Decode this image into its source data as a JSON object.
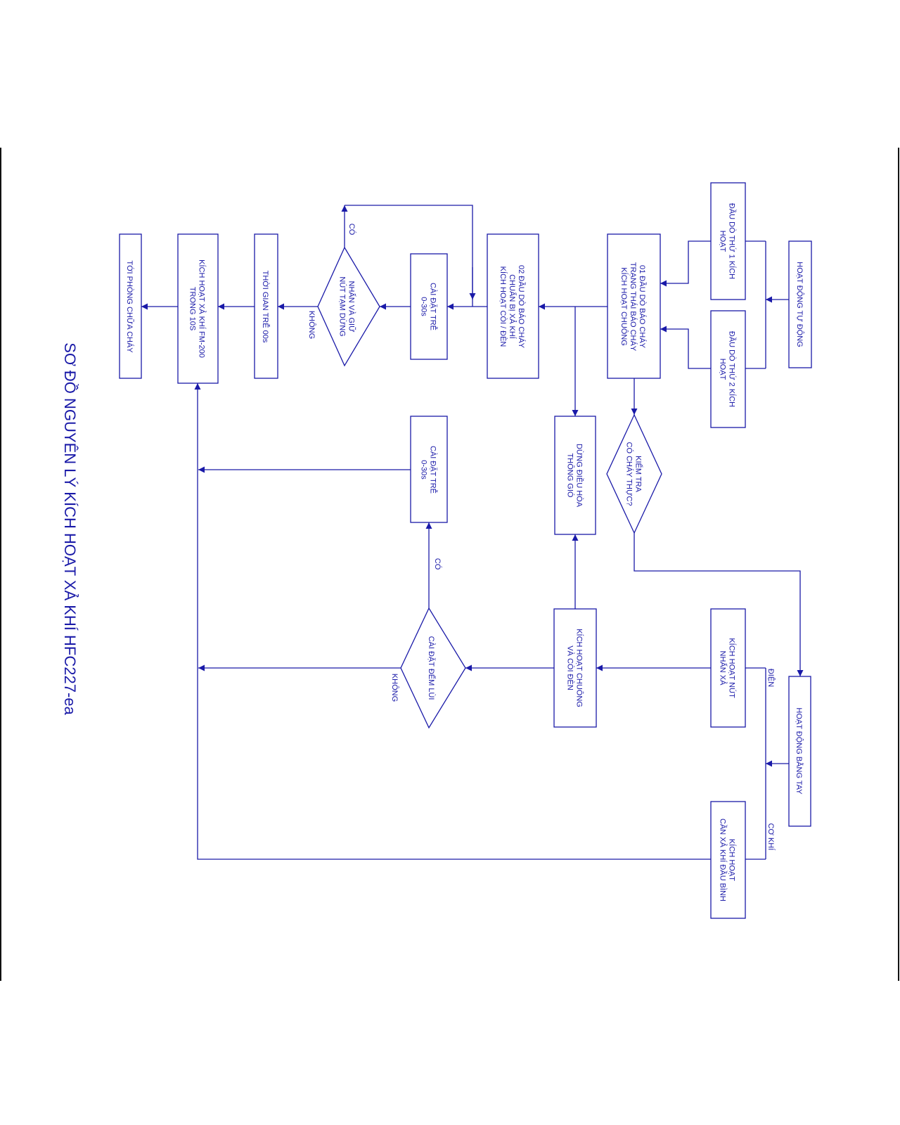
{
  "title": "SƠ ĐỒ NGUYÊN LÝ KÍCH HOẠT XẢ KHÍ HFC227-ea",
  "colors": {
    "stroke": "#1a1aa8",
    "text": "#1a1aa8",
    "background": "#ffffff"
  },
  "nodes": {
    "auto": [
      "HOẠT ĐỘNG TỰ ĐỘNG"
    ],
    "det1": [
      "ĐẦU DÒ THỨ 1 KÍCH",
      "HOẠT"
    ],
    "det2": [
      "ĐẦU DÒ THỨ 2 KÍCH",
      "HOẠT"
    ],
    "state1": [
      "01 ĐẦU DÒ BÁO CHÁY",
      "TRẠNG THÁI BÁO CHÁY",
      "KÍCH HOẠT CHUÔNG"
    ],
    "check": [
      "KIỂM TRA",
      "CÓ CHÁY THỰC?"
    ],
    "state2": [
      "02 ĐẦU DÒ BÁO CHÁY",
      "CHUẨN BỊ XẢ KHÍ",
      "KÍCH HOẠT CÒI / ĐÈN"
    ],
    "hvac": [
      "DỪNG ĐIỀU HÒA",
      "THÔNG GIÓ"
    ],
    "delay1": [
      "CÀI ĐẶT TRỄ",
      "0-30s"
    ],
    "hold": [
      "NHẤN VÀ GIỮ",
      "NÚT TẠM DỪNG"
    ],
    "delay00": [
      "THỜI GIAN TRỄ 00s"
    ],
    "release": [
      "KÍCH HOẠT XẢ KHÍ FM-200",
      "TRONG 10S"
    ],
    "room": [
      "TỚI PHÒNG CHỮA CHÁY"
    ],
    "manual": [
      "HOẠT ĐỘNG BẰNG TAY"
    ],
    "button": [
      "KÍCH HOẠT NÚT",
      "NHẤN XẢ"
    ],
    "lever": [
      "KÍCH HOẠT",
      "CẦN XẢ KHÍ ĐẦU BÌNH"
    ],
    "bell": [
      "KÍCH HOẠT CHUÔNG",
      "VÀ CÒI ĐÈN"
    ],
    "countdown": [
      "CÀI ĐẶT ĐẾM LÙI"
    ],
    "delay2": [
      "CÀI ĐẶT TRỄ",
      "0-30s"
    ]
  },
  "edge_labels": {
    "hold_yes": "CÓ",
    "hold_no": "KHÔNG",
    "countdown_yes": "CÓ",
    "countdown_no": "KHÔNG",
    "electric": "ĐIỆN",
    "mechanical": "CƠ KHÍ"
  }
}
